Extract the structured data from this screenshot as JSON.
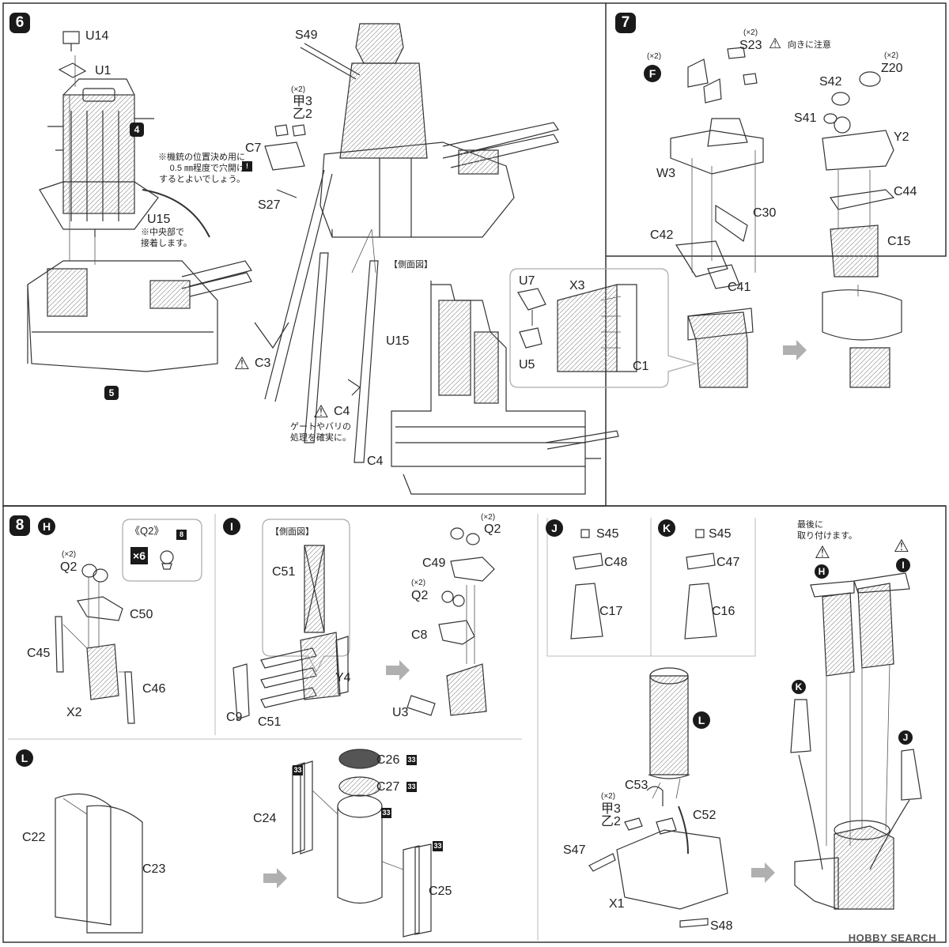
{
  "steps": {
    "s6": {
      "number": "6",
      "ref_badges": [
        "4",
        "5"
      ],
      "labels": [
        "U14",
        "U1",
        "U15",
        "S49",
        "C7",
        "S27",
        "C3",
        "C4",
        "C4",
        "U7",
        "X3",
        "U5",
        "C1",
        "U15"
      ],
      "part_kou": "甲3",
      "part_otsu": "乙2",
      "qty": "(×2)",
      "note_drill": "※機銃の位置決め用に\n0.5 ㎜程度で穴開け\nするとよいでしょう。",
      "note_center": "※中央部で\n接着します。",
      "note_gate": "ゲートやバリの\n処理を確実に。",
      "side_view": "【側面図】"
    },
    "s7": {
      "number": "7",
      "sub_badge": "F",
      "qty": "(×2)",
      "labels": [
        "S23",
        "W3",
        "C30",
        "C42",
        "C41",
        "S42",
        "Z20",
        "S41",
        "Y2",
        "C44",
        "C15"
      ],
      "note_direction": "向きに注意"
    },
    "s8": {
      "number": "8",
      "H": {
        "badge": "H",
        "qty": "(×2)",
        "labels": [
          "Q2",
          "C50",
          "C45",
          "C46",
          "X2"
        ]
      },
      "q2box": {
        "title": "《Q2》",
        "mult": "×6",
        "ref": "8"
      },
      "I": {
        "badge": "I",
        "side_view": "【側面図】",
        "qty": "(×2)",
        "qty2": "(×2)",
        "labels": [
          "C51",
          "Y4",
          "C9",
          "C51",
          "Q2",
          "C49",
          "Q2",
          "C8",
          "U3"
        ]
      },
      "J": {
        "badge": "J",
        "labels": [
          "S45",
          "C48",
          "C17"
        ]
      },
      "K": {
        "badge": "K",
        "labels": [
          "S45",
          "C47",
          "C16"
        ]
      },
      "L": {
        "badge": "L",
        "labels": [
          "C22",
          "C23",
          "C24",
          "C26",
          "C27",
          "C25"
        ],
        "paint": "33"
      },
      "final": {
        "note": "最後に\n取り付けます。",
        "labels": [
          "C53",
          "C52",
          "S47",
          "X1",
          "S48"
        ],
        "kou": "甲3",
        "otsu": "乙2",
        "qty": "(×2)",
        "badges": [
          "H",
          "I",
          "K",
          "J",
          "L"
        ]
      }
    }
  },
  "watermark": "HOBBY SEARCH",
  "colors": {
    "ink": "#222222",
    "panel_border": "#333333",
    "arrow": "#b0b0b0",
    "paper": "#ffffff"
  }
}
